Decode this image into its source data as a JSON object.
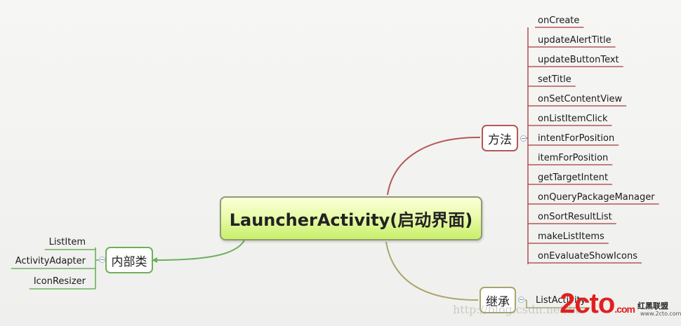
{
  "central": {
    "label": "LauncherActivity(启动界面)"
  },
  "branches": {
    "methods": {
      "label": "方法",
      "items": [
        "onCreate",
        "updateAlertTitle",
        "updateButtonText",
        "setTitle",
        "onSetContentView",
        "onListItemClick",
        "intentForPosition",
        "itemForPosition",
        "getTargetIntent",
        "onQueryPackageManager",
        "onSortResultList",
        "makeListItems",
        "onEvaluateShowIcons"
      ]
    },
    "inner_classes": {
      "label": "内部类",
      "items": [
        "ListItem",
        "ActivityAdapter",
        "IconResizer"
      ]
    },
    "inherits": {
      "label": "继承",
      "items": [
        "ListActivity"
      ]
    }
  },
  "colors": {
    "methods": "#b35858",
    "inner_classes": "#6cb05b",
    "inherits": "#a8a66a",
    "central_border": "#8f9a74"
  },
  "watermark": {
    "url": "http://blog.csdn.net/ba",
    "logo": "2cto",
    "logo_suffix": ".com",
    "site_name": "红黑联盟",
    "site_sub": "www.2cto.com"
  }
}
